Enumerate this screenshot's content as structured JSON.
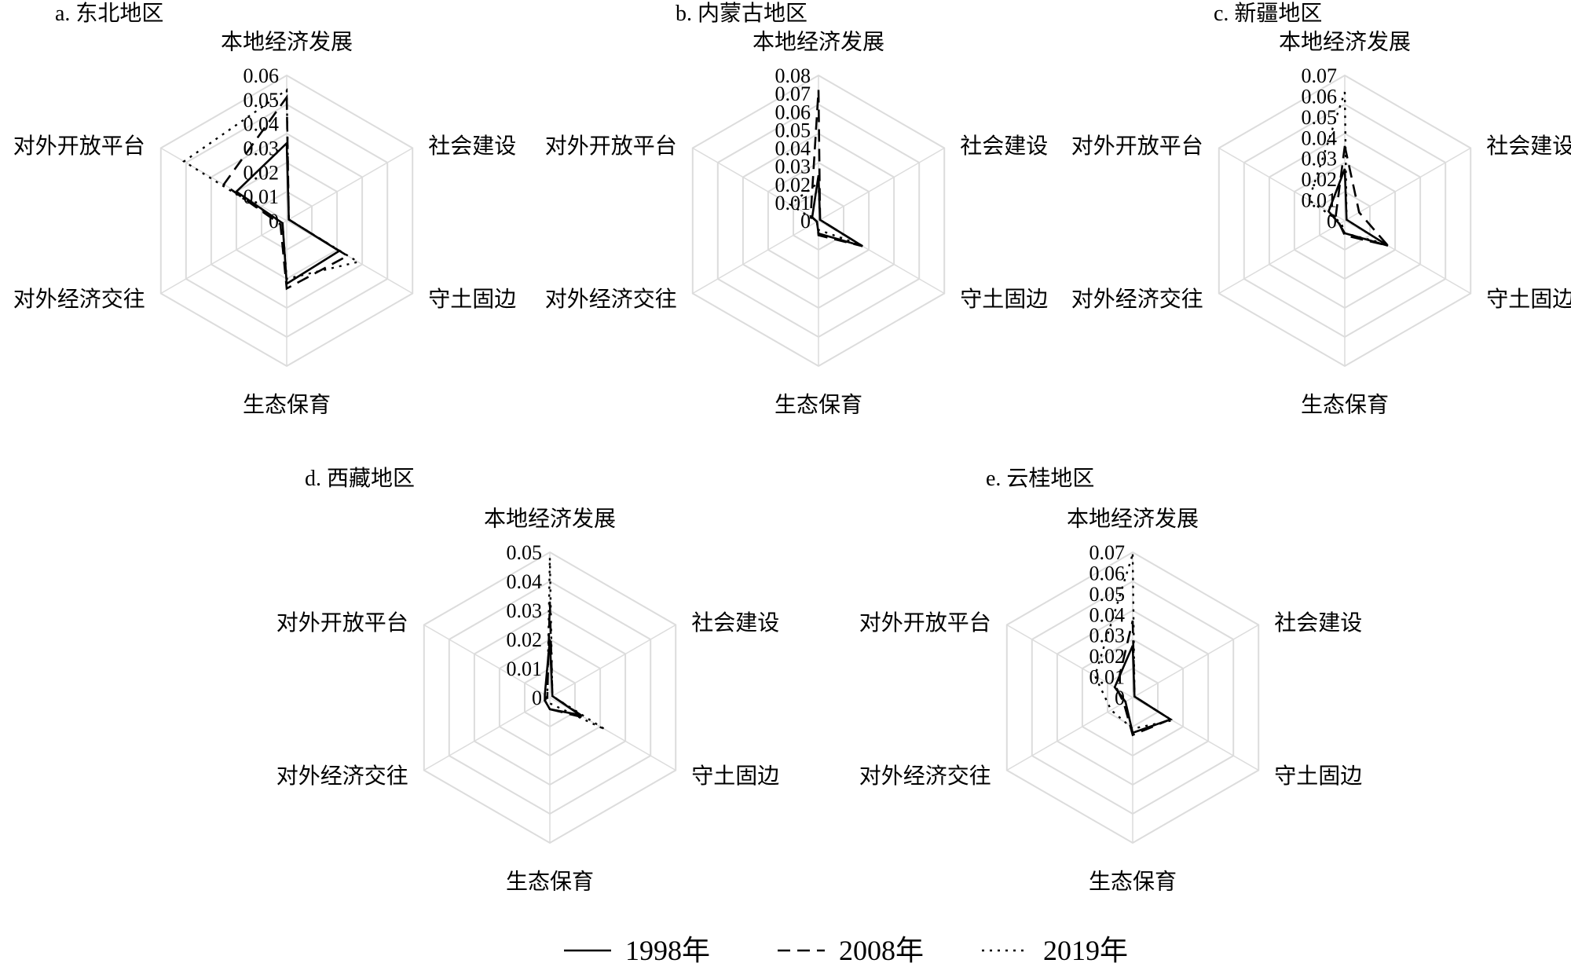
{
  "legend": [
    {
      "label": "1998年",
      "dash": "solid"
    },
    {
      "label": "2008年",
      "dash": "dashed"
    },
    {
      "label": "2019年",
      "dash": "dotted"
    }
  ],
  "chart_data": [
    {
      "type": "radar",
      "title": "a. 东北地区",
      "axes": [
        "本地经济发展",
        "社会建设",
        "守土固边",
        "生态保育",
        "对外经济交往",
        "对外开放平台"
      ],
      "rmax": 0.06,
      "ticks": [
        "0",
        "0.01",
        "0.02",
        "0.03",
        "0.04",
        "0.05",
        "0.06"
      ],
      "series": [
        {
          "name": "1998年",
          "values": [
            0.032,
            0.001,
            0.025,
            0.026,
            0.002,
            0.024
          ]
        },
        {
          "name": "2008年",
          "values": [
            0.051,
            0.001,
            0.029,
            0.028,
            0.003,
            0.03
          ]
        },
        {
          "name": "2019年",
          "values": [
            0.054,
            0.001,
            0.034,
            0.024,
            0.002,
            0.049
          ]
        }
      ]
    },
    {
      "type": "radar",
      "title": "b. 内蒙古地区",
      "axes": [
        "本地经济发展",
        "社会建设",
        "守土固边",
        "生态保育",
        "对外经济交往",
        "对外开放平台"
      ],
      "rmax": 0.08,
      "ticks": [
        "0",
        "0.01",
        "0.02",
        "0.03",
        "0.04",
        "0.05",
        "0.06",
        "0.07",
        "0.08"
      ],
      "series": [
        {
          "name": "1998年",
          "values": [
            0.025,
            0.001,
            0.028,
            0.007,
            0.001,
            0.004
          ]
        },
        {
          "name": "2008年",
          "values": [
            0.072,
            0.001,
            0.028,
            0.008,
            0.001,
            0.005
          ]
        },
        {
          "name": "2019年",
          "values": [
            0.021,
            0.001,
            0.026,
            0.005,
            0.001,
            0.018
          ]
        }
      ]
    },
    {
      "type": "radar",
      "title": "c. 新疆地区",
      "axes": [
        "本地经济发展",
        "社会建设",
        "守土固边",
        "生态保育",
        "对外经济交往",
        "对外开放平台"
      ],
      "rmax": 0.07,
      "ticks": [
        "0",
        "0.01",
        "0.02",
        "0.03",
        "0.04",
        "0.05",
        "0.06",
        "0.07"
      ],
      "series": [
        {
          "name": "1998年",
          "values": [
            0.025,
            0.001,
            0.024,
            0.006,
            0.003,
            0.009
          ]
        },
        {
          "name": "2008年",
          "values": [
            0.036,
            0.008,
            0.024,
            0.007,
            0.003,
            0.005
          ]
        },
        {
          "name": "2019年",
          "values": [
            0.062,
            0.001,
            0.022,
            0.006,
            0.002,
            0.02
          ]
        }
      ]
    },
    {
      "type": "radar",
      "title": "d. 西藏地区",
      "axes": [
        "本地经济发展",
        "社会建设",
        "守土固边",
        "生态保育",
        "对外经济交往",
        "对外开放平台"
      ],
      "rmax": 0.05,
      "ticks": [
        "0",
        "0.01",
        "0.02",
        "0.03",
        "0.04",
        "0.05"
      ],
      "series": [
        {
          "name": "1998年",
          "values": [
            0.02,
            0.001,
            0.012,
            0.004,
            0.002,
            0.002
          ]
        },
        {
          "name": "2008年",
          "values": [
            0.033,
            0.001,
            0.014,
            0.004,
            0.002,
            0.001
          ]
        },
        {
          "name": "2019年",
          "values": [
            0.048,
            0.001,
            0.022,
            0.002,
            0.001,
            0.001
          ]
        }
      ]
    },
    {
      "type": "radar",
      "title": "e. 云桂地区",
      "axes": [
        "本地经济发展",
        "社会建设",
        "守土固边",
        "生态保育",
        "对外经济交往",
        "对外开放平台"
      ],
      "rmax": 0.07,
      "ticks": [
        "0",
        "0.01",
        "0.02",
        "0.03",
        "0.04",
        "0.05",
        "0.06",
        "0.07"
      ],
      "series": [
        {
          "name": "1998年",
          "values": [
            0.025,
            0.001,
            0.021,
            0.017,
            0.004,
            0.01
          ]
        },
        {
          "name": "2008年",
          "values": [
            0.037,
            0.001,
            0.021,
            0.018,
            0.005,
            0.009
          ]
        },
        {
          "name": "2019年",
          "values": [
            0.069,
            0.001,
            0.022,
            0.015,
            0.012,
            0.021
          ]
        }
      ]
    }
  ]
}
